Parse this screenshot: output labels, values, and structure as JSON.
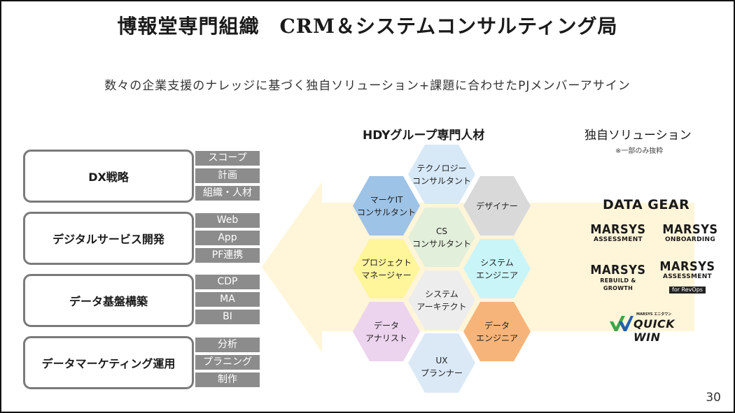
{
  "slide": {
    "title": "博報堂専門組織　CRM＆システムコンサルティング局",
    "subtitle": "数々の企業支援のナレッジに基づく独自ソリューション+課題に合わせたPJメンバーアサイン",
    "page_number": "30"
  },
  "services": [
    {
      "label": "DX戦略",
      "tags": [
        "スコープ",
        "計画",
        "組織・人材"
      ]
    },
    {
      "label": "デジタルサービス開発",
      "tags": [
        "Web",
        "App",
        "PF連携"
      ]
    },
    {
      "label": "データ基盤構築",
      "tags": [
        "CDP",
        "MA",
        "BI"
      ]
    },
    {
      "label": "データマーケティング運用",
      "tags": [
        "分析",
        "プラニング",
        "制作"
      ]
    }
  ],
  "hdy": {
    "heading": "HDYグループ専門人材",
    "hexes": [
      {
        "label": "テクノロジー\nコンサルタント",
        "color": "#d7e8f6"
      },
      {
        "label": "マーケIT\nコンサルタント",
        "color": "#9dc3e6"
      },
      {
        "label": "デザイナー",
        "color": "#d9d9d9"
      },
      {
        "label": "CS\nコンサルタント",
        "color": "#e2efda"
      },
      {
        "label": "プロジェクト\nマネージャー",
        "color": "#fff59a"
      },
      {
        "label": "システム\nエンジニア",
        "color": "#c9f5f9"
      },
      {
        "label": "システム\nアーキテクト",
        "color": "#ededed"
      },
      {
        "label": "データ\nアナリスト",
        "color": "#ecd3ee"
      },
      {
        "label": "データ\nエンジニア",
        "color": "#f6b47a"
      },
      {
        "label": "UX\nプランナー",
        "color": "#dbe9f7"
      }
    ]
  },
  "solutions": {
    "heading": "独自ソリューション",
    "note": "※一部のみ抜粋",
    "logos": {
      "data_gear": "DATA GEAR",
      "marsys_assessment": {
        "name": "MARSYS",
        "sub": "ASSESSMENT"
      },
      "marsys_onboarding": {
        "name": "MARSYS",
        "sub": "ONBOARDING"
      },
      "marsys_rebuild": {
        "name": "MARSYS",
        "sub": "REBUILD & GROWTH"
      },
      "marsys_revops": {
        "name": "MARSYS",
        "sub": "ASSESSMENT",
        "badge": "for RevOps"
      },
      "quick_win": {
        "top": "MARSYS エニタワン",
        "main": "QUICK WIN"
      }
    }
  },
  "colors": {
    "arrow_fill": "#fff5d9",
    "service_border": "#7a7a7a",
    "tag_fill": "#8c8c8c"
  }
}
